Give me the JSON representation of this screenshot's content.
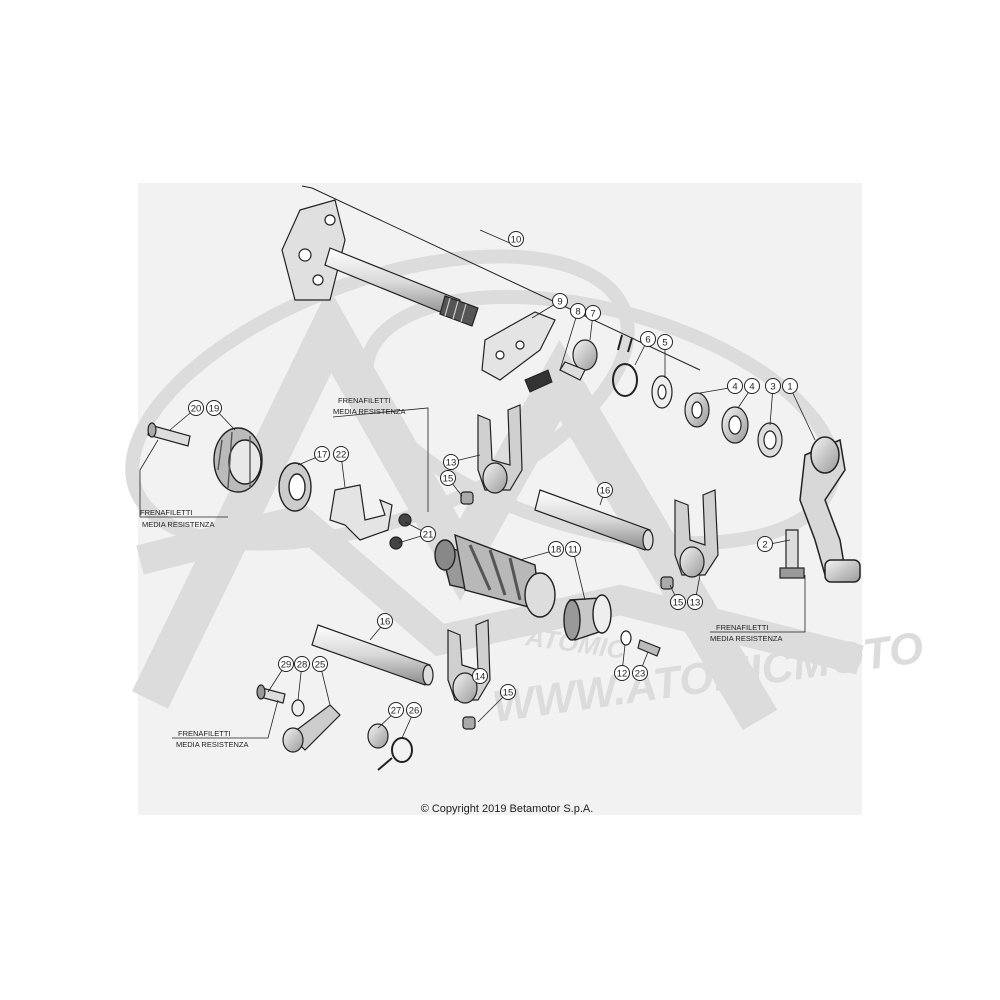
{
  "copyright": "© Copyright 2019 Betamotor S.p.A.",
  "watermark": {
    "url": "WWW.ATOMICMOTO",
    "brand": "ATOMIC"
  },
  "colors": {
    "panel": "#f2f2f2",
    "watermark": "#dcdcdc",
    "line": "#222222",
    "part_fill": "#e8e8e8",
    "part_dark": "#555555"
  },
  "threadlock_note": {
    "line1": "FRENAFILETTI",
    "line2": "MEDIA RESISTENZA"
  },
  "callouts": [
    "1",
    "2",
    "3",
    "4",
    "4",
    "5",
    "6",
    "7",
    "8",
    "9",
    "10",
    "11",
    "12",
    "13",
    "13",
    "14",
    "15",
    "15",
    "15",
    "16",
    "16",
    "17",
    "18",
    "19",
    "20",
    "21",
    "22",
    "23",
    "25",
    "26",
    "27",
    "28",
    "29"
  ]
}
